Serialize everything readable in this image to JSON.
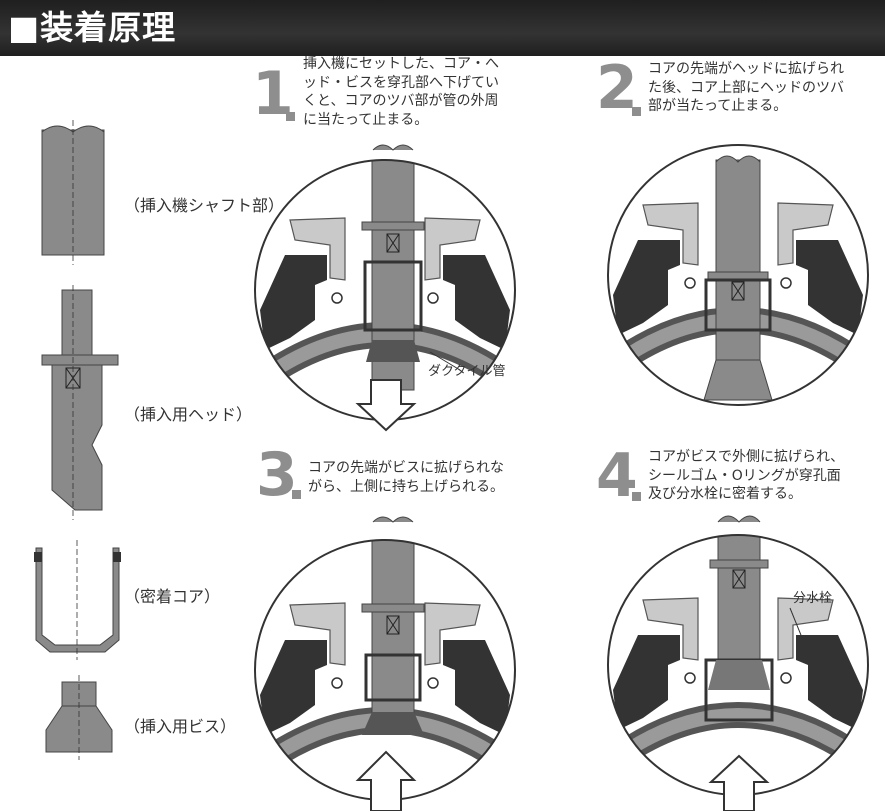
{
  "header": {
    "title": "■装着原理"
  },
  "parts": [
    {
      "label": "（挿入機シャフト部）"
    },
    {
      "label": "（挿入用ヘッド）"
    },
    {
      "label": "（密着コア）"
    },
    {
      "label": "（挿入用ビス）"
    }
  ],
  "steps": [
    {
      "number": "1",
      "lines": [
        "挿入機にセットした、コア・へ",
        "ッド・ビスを穿孔部へ下げてい",
        "くと、コアのツバ部が管の外周",
        "に当たって止まる。"
      ]
    },
    {
      "number": "2",
      "lines": [
        "コアの先端がヘッドに拡げられ",
        "た後、コア上部にヘッドのツバ",
        "部が当たって止まる。"
      ]
    },
    {
      "number": "3",
      "lines": [
        "コアの先端がビスに拡げられな",
        "がら、上側に持ち上げられる。"
      ]
    },
    {
      "number": "4",
      "lines": [
        "コアがビスで外側に拡げられ、",
        "シールゴム・Oリングが穿孔面",
        "及び分水栓に密着する。"
      ]
    }
  ],
  "callouts": {
    "pipe": "ダクタイル管",
    "valve": "分水栓"
  },
  "colors": {
    "header_bg": "#2a2a2a",
    "pipe_gray": "#7a7a7a",
    "part_gray": "#8a8a8a",
    "dark_fill": "#3a3a3a",
    "light_gray": "#c8c8c8"
  }
}
